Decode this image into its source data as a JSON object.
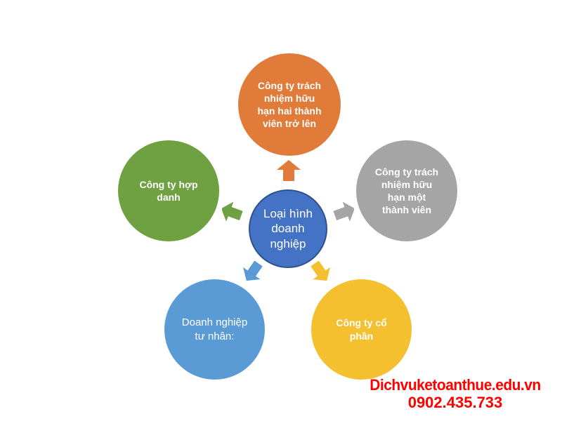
{
  "diagram": {
    "center": "Loại hình\ndoanh\nnghiệp",
    "nodes": {
      "top": "Công ty trách\nnhiệm hữu\nhạn hai thành\nviên trở lên",
      "left": "Công ty hợp\ndanh",
      "right": "Công ty trách\nnhiệm hữu\nhạn một\nthành viên",
      "bottom_left": "Doanh nghiệp\ntư nhân:",
      "bottom_right": "Công ty cổ\nphần"
    }
  },
  "colors": {
    "center": "#4472c4",
    "top": "#e07b39",
    "left": "#6fa041",
    "right": "#a5a5a5",
    "bottom_left": "#5b9bd5",
    "bottom_right": "#f4c030",
    "watermark": "#ff0000"
  },
  "watermark": {
    "site": "Dichvuketoanthue.edu.vn",
    "phone": "0902.435.733"
  }
}
